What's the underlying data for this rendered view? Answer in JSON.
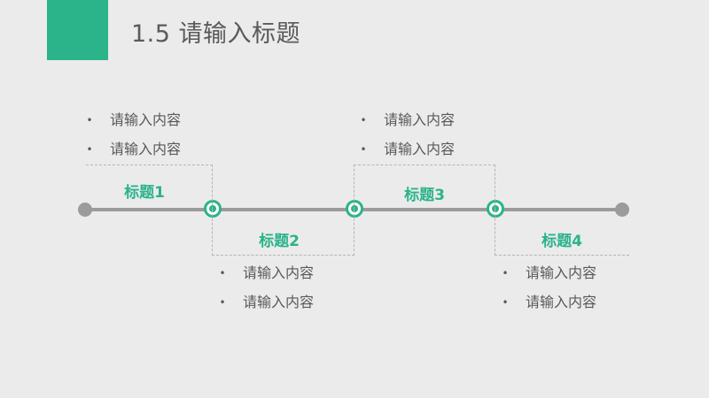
{
  "colors": {
    "accent": "#2bb38a",
    "line": "#9b9b9b",
    "text": "#595959",
    "background": "#ebebeb"
  },
  "header": {
    "title": "1.5 请输入标题"
  },
  "timeline": {
    "stages": [
      {
        "title": "标题1",
        "items": [
          "请输入内容",
          "请输入内容"
        ]
      },
      {
        "title": "标题2",
        "items": [
          "请输入内容",
          "请输入内容"
        ]
      },
      {
        "title": "标题3",
        "items": [
          "请输入内容",
          "请输入内容"
        ]
      },
      {
        "title": "标题4",
        "items": [
          "请输入内容",
          "请输入内容"
        ]
      }
    ]
  }
}
